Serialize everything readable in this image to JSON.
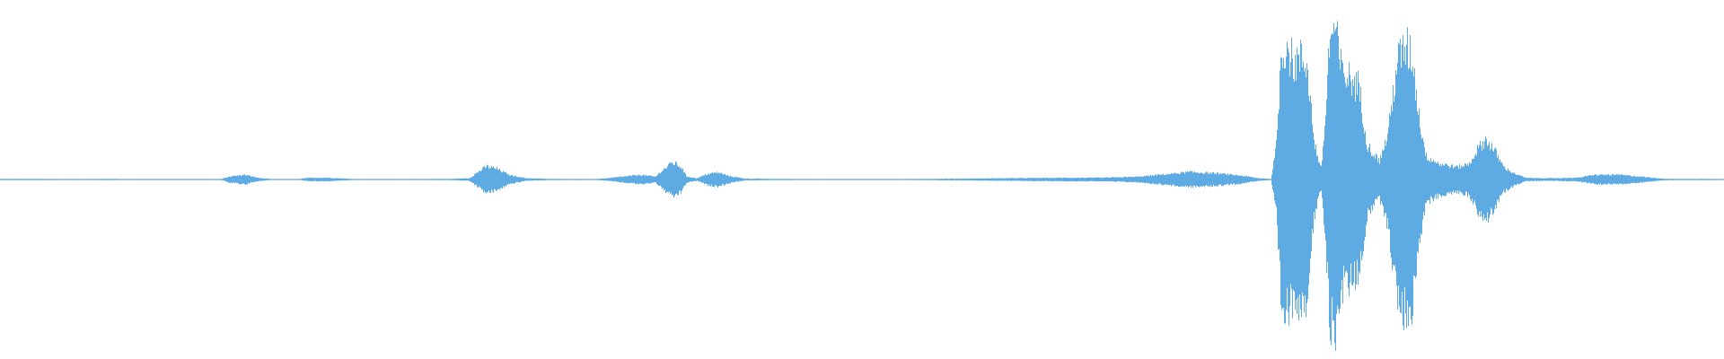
{
  "waveform": {
    "color": "#5eaae3",
    "background": "#ffffff",
    "amplitude_envelope": [
      [
        0.0,
        0.004
      ],
      [
        0.02,
        0.004
      ],
      [
        0.04,
        0.003
      ],
      [
        0.06,
        0.004
      ],
      [
        0.075,
        0.003
      ],
      [
        0.128,
        0.003
      ],
      [
        0.133,
        0.02
      ],
      [
        0.142,
        0.03
      ],
      [
        0.15,
        0.01
      ],
      [
        0.158,
        0.002
      ],
      [
        0.172,
        0.002
      ],
      [
        0.178,
        0.01
      ],
      [
        0.188,
        0.012
      ],
      [
        0.2,
        0.006
      ],
      [
        0.21,
        0.002
      ],
      [
        0.23,
        0.003
      ],
      [
        0.26,
        0.004
      ],
      [
        0.272,
        0.008
      ],
      [
        0.276,
        0.04
      ],
      [
        0.282,
        0.085
      ],
      [
        0.288,
        0.07
      ],
      [
        0.295,
        0.03
      ],
      [
        0.305,
        0.008
      ],
      [
        0.32,
        0.004
      ],
      [
        0.345,
        0.003
      ],
      [
        0.352,
        0.008
      ],
      [
        0.362,
        0.02
      ],
      [
        0.372,
        0.03
      ],
      [
        0.38,
        0.018
      ],
      [
        0.384,
        0.06
      ],
      [
        0.39,
        0.11
      ],
      [
        0.395,
        0.08
      ],
      [
        0.398,
        0.02
      ],
      [
        0.404,
        0.008
      ],
      [
        0.41,
        0.035
      ],
      [
        0.416,
        0.045
      ],
      [
        0.424,
        0.02
      ],
      [
        0.432,
        0.006
      ],
      [
        0.45,
        0.004
      ],
      [
        0.48,
        0.003
      ],
      [
        0.52,
        0.003
      ],
      [
        0.56,
        0.006
      ],
      [
        0.6,
        0.01
      ],
      [
        0.64,
        0.012
      ],
      [
        0.66,
        0.018
      ],
      [
        0.672,
        0.03
      ],
      [
        0.69,
        0.048
      ],
      [
        0.705,
        0.04
      ],
      [
        0.72,
        0.025
      ],
      [
        0.73,
        0.008
      ],
      [
        0.737,
        0.004
      ],
      [
        0.74,
        0.2
      ],
      [
        0.743,
        0.82
      ],
      [
        0.746,
        0.88
      ],
      [
        0.75,
        0.75
      ],
      [
        0.754,
        0.78
      ],
      [
        0.758,
        0.75
      ],
      [
        0.762,
        0.25
      ],
      [
        0.766,
        0.06
      ],
      [
        0.768,
        0.3
      ],
      [
        0.771,
        0.9
      ],
      [
        0.774,
        0.98
      ],
      [
        0.778,
        0.7
      ],
      [
        0.783,
        0.65
      ],
      [
        0.788,
        0.6
      ],
      [
        0.793,
        0.22
      ],
      [
        0.797,
        0.16
      ],
      [
        0.8,
        0.12
      ],
      [
        0.805,
        0.3
      ],
      [
        0.81,
        0.75
      ],
      [
        0.815,
        0.86
      ],
      [
        0.819,
        0.8
      ],
      [
        0.823,
        0.4
      ],
      [
        0.827,
        0.15
      ],
      [
        0.835,
        0.1
      ],
      [
        0.845,
        0.08
      ],
      [
        0.852,
        0.1
      ],
      [
        0.857,
        0.2
      ],
      [
        0.862,
        0.26
      ],
      [
        0.867,
        0.18
      ],
      [
        0.872,
        0.08
      ],
      [
        0.878,
        0.04
      ],
      [
        0.885,
        0.01
      ],
      [
        0.9,
        0.008
      ],
      [
        0.915,
        0.012
      ],
      [
        0.925,
        0.03
      ],
      [
        0.94,
        0.03
      ],
      [
        0.955,
        0.015
      ],
      [
        0.965,
        0.005
      ],
      [
        0.975,
        0.004
      ],
      [
        0.99,
        0.004
      ],
      [
        1.0,
        0.003
      ]
    ]
  }
}
